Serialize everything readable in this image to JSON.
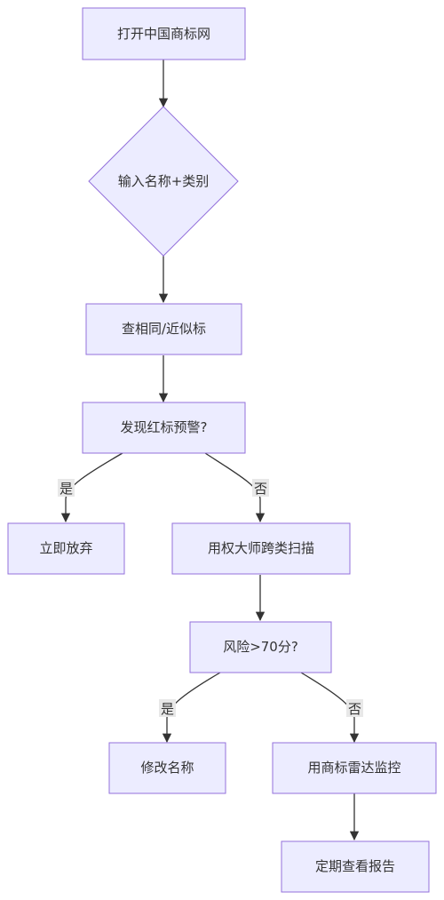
{
  "nodes": {
    "open_site": "打开中国商标网",
    "enter_name": "输入名称+类别",
    "check_similar": "查相同/近似标",
    "red_warning": "发现红标预警?",
    "give_up": "立即放弃",
    "scan": "用权大师跨类扫描",
    "risk": "风险>70分?",
    "rename": "修改名称",
    "radar": "用商标雷达监控",
    "report": "定期查看报告"
  },
  "edge_labels": {
    "warning_yes": "是",
    "warning_no": "否",
    "risk_yes": "是",
    "risk_no": "否"
  },
  "colors": {
    "node_fill": "#ececff",
    "node_border": "#9370db",
    "edge": "#333333",
    "label_bg": "#e8e8e8"
  }
}
